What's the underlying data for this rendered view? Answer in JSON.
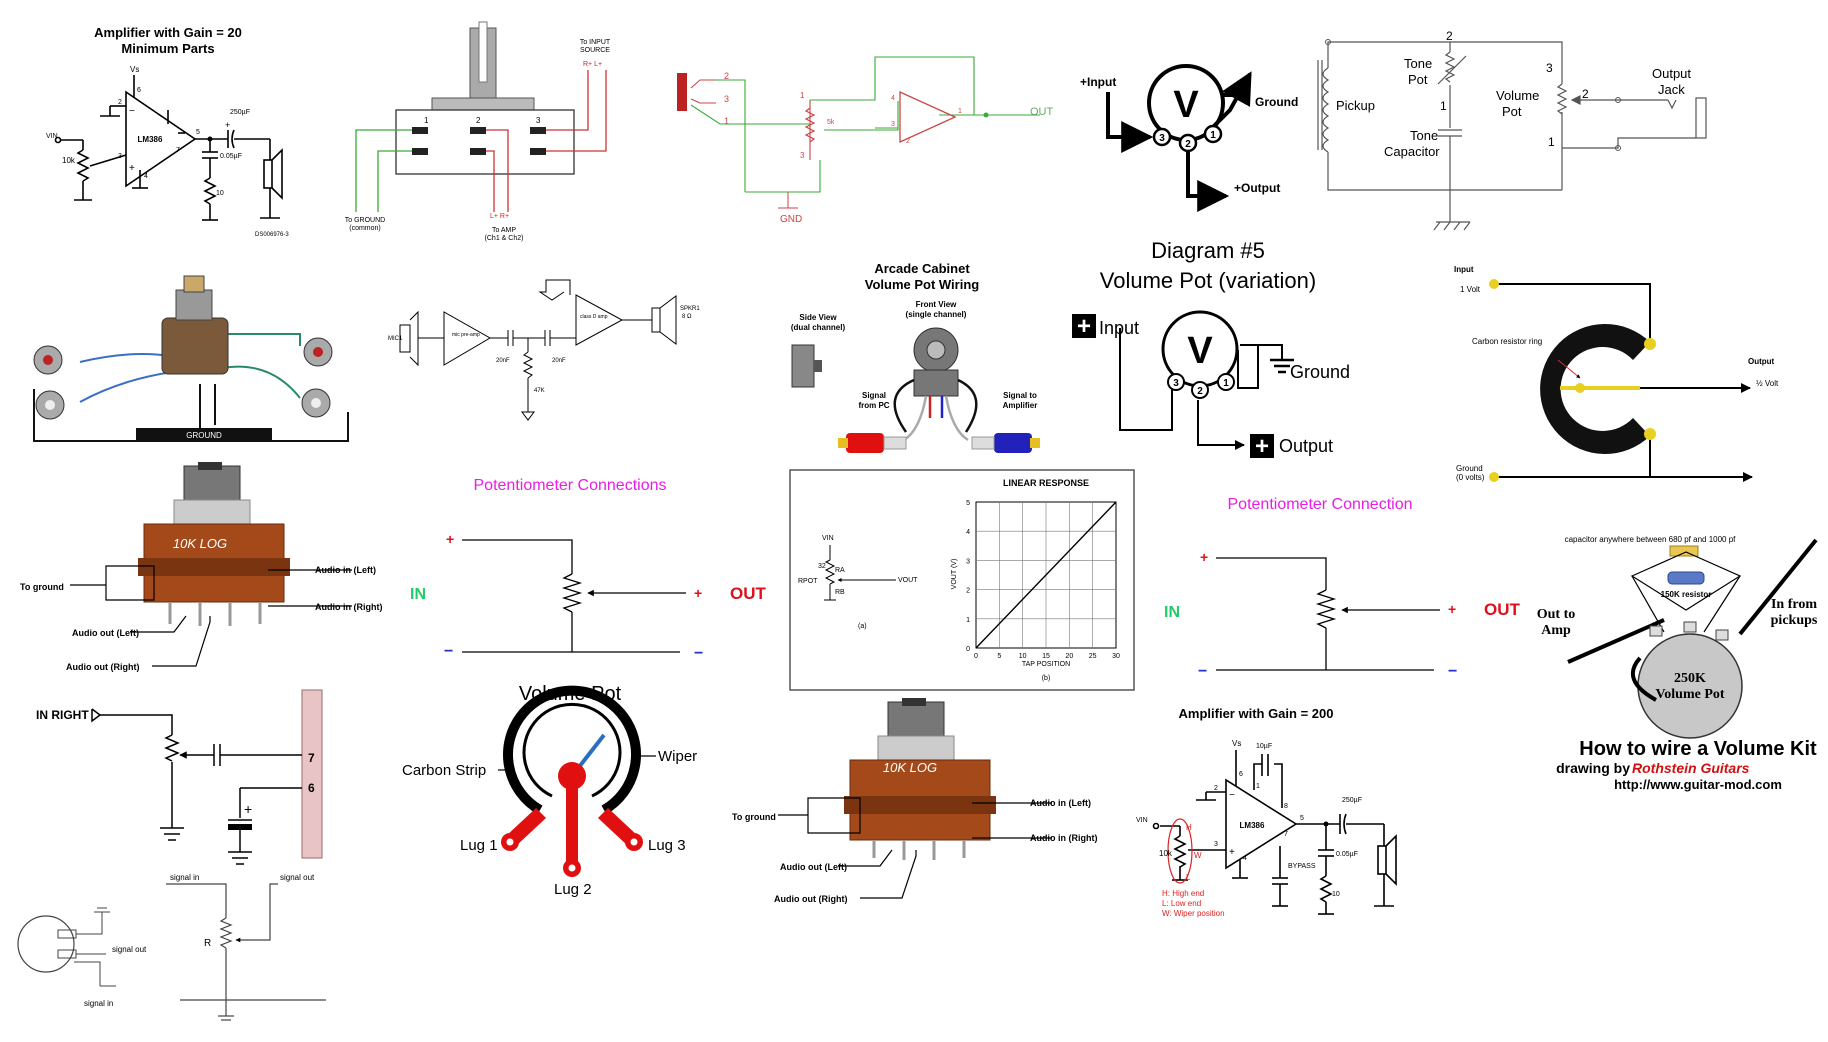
{
  "panels": {
    "amp20": {
      "title1": "Amplifier with Gain = 20",
      "title2": "Minimum Parts",
      "vs": "Vs",
      "vin": "VIN",
      "pot": "10k",
      "chip": "LM386",
      "cap1": "250µF",
      "cap2": "0.05µF",
      "res": "10",
      "code": "DS006976-3",
      "pins": [
        "6",
        "2",
        "3",
        "4",
        "5",
        "7",
        "+",
        "−"
      ]
    },
    "switch": {
      "to_input1": "To INPUT",
      "to_input2": "SOURCE",
      "rl_top": "R+   L+",
      "lugs": [
        "1",
        "2",
        "3"
      ],
      "ground1": "To GROUND",
      "ground2": "(common)",
      "amp_lr": "L+   R+",
      "amp1": "To AMP",
      "amp2": "(Ch1 & Ch2)"
    },
    "jackopamp": {
      "pins": [
        "2",
        "3",
        "1"
      ],
      "pot_pins": [
        "1",
        "2",
        "3"
      ],
      "pot_val": "5k",
      "op_pins": [
        "4",
        "3",
        "1",
        "2"
      ],
      "out": "OUT",
      "gnd": "GND"
    },
    "vpot_top": {
      "input": "+Input",
      "ground": "Ground",
      "output": "+Output",
      "v": "V",
      "lugs": [
        "3",
        "2",
        "1"
      ]
    },
    "tonevol": {
      "pickup": "Pickup",
      "tone_pot1": "Tone",
      "tone_pot2": "Pot",
      "tone_cap1": "Tone",
      "tone_cap2": "Capacitor",
      "vol_pot1": "Volume",
      "vol_pot2": "Pot",
      "out1": "Output",
      "out2": "Jack",
      "nums": [
        "2",
        "1",
        "3",
        "2",
        "1"
      ]
    },
    "rca": {
      "ground": "GROUND"
    },
    "preamp": {
      "mic": "MIC1",
      "pre": "mic\npre-amp",
      "class_d": "class D\namp",
      "spkr1": "SPKR1",
      "spkr2": "8 Ω",
      "c1": "20nF",
      "c2": "20nF",
      "r": "47K"
    },
    "arcade": {
      "title1": "Arcade Cabinet",
      "title2": "Volume Pot Wiring",
      "side1": "Side View",
      "side2": "(dual channel)",
      "front1": "Front View",
      "front2": "(single channel)",
      "sig_pc1": "Signal",
      "sig_pc2": "from PC",
      "sig_amp1": "Signal to",
      "sig_amp2": "Amplifier"
    },
    "diag5": {
      "title1": "Diagram #5",
      "title2": "Volume Pot (variation)",
      "input": "Input",
      "ground": "Ground",
      "output": "Output",
      "v": "V",
      "lugs": [
        "3",
        "2",
        "1"
      ],
      "plus": "+"
    },
    "carbon": {
      "input": "Input",
      "volt1": "1 Volt",
      "ring": "Carbon resistor ring",
      "output": "Output",
      "half": "½ Volt",
      "ground1": "Ground",
      "ground2": "(0 volts)"
    },
    "log10k_left": {
      "label": "10K LOG",
      "to_ground": "To ground",
      "in_left": "Audio in (Left)",
      "in_right": "Audio in (Right)",
      "out_left": "Audio out (Left)",
      "out_right": "Audio out (Right)"
    },
    "potconn_left": {
      "title": "Potentiometer Connections",
      "plus1": "+",
      "plus2": "+",
      "minus1": "−",
      "minus2": "−",
      "in": "IN",
      "out": "OUT"
    },
    "linear": {
      "title": "LINEAR RESPONSE",
      "vin": "VIN",
      "ra": "RA",
      "rb": "RB",
      "rpot": "RPOT",
      "vout": "VOUT",
      "n32": "32",
      "sub_a": "(a)",
      "sub_b": "(b)",
      "ylabel": "VOUT (V)",
      "xlabel": "TAP POSITION",
      "yticks": [
        "0",
        "1",
        "2",
        "3",
        "4",
        "5"
      ],
      "xticks": [
        "0",
        "5",
        "10",
        "15",
        "20",
        "25",
        "30"
      ]
    },
    "potconn_right": {
      "title": "Potentiometer Connection",
      "plus1": "+",
      "plus2": "+",
      "minus1": "−",
      "minus2": "−",
      "in": "IN",
      "out": "OUT"
    },
    "volkit": {
      "cap_note": "capacitor anywhere between 680 pf and 1000 pf",
      "resistor": "150K resistor",
      "out_amp1": "Out to",
      "out_amp2": "Amp",
      "in_pick1": "In from",
      "in_pick2": "pickups",
      "pot1": "250K",
      "pot2": "Volume Pot",
      "title": "How to wire a Volume Kit",
      "by": "drawing by ",
      "brand": "Rothstein Guitars",
      "url": "http://www.guitar-mod.com"
    },
    "inright": {
      "label": "IN RIGHT",
      "pins": [
        "7",
        "6"
      ],
      "plus": "+"
    },
    "volpot": {
      "title": "Volume Pot",
      "carbon": "Carbon Strip",
      "wiper": "Wiper",
      "lug1": "Lug 1",
      "lug2": "Lug 2",
      "lug3": "Lug 3"
    },
    "log10k_mid": {
      "label": "10K LOG",
      "to_ground": "To ground",
      "in_left": "Audio in (Left)",
      "in_right": "Audio in (Right)",
      "out_left": "Audio out (Left)",
      "out_right": "Audio out (Right)"
    },
    "amp200": {
      "title": "Amplifier with Gain = 200",
      "vs": "Vs",
      "vin": "VIN",
      "pot": "10k",
      "chip": "LM386",
      "cap_top": "10µF",
      "cap_out": "250µF",
      "cap2": "0.05µF",
      "res": "10",
      "bypass": "BYPASS",
      "h": "H",
      "w": "W",
      "l": "L",
      "note1": "H: High end",
      "note2": "L: Low end",
      "note3": "W: Wiper position",
      "pins": [
        "2",
        "6",
        "1",
        "8",
        "3",
        "4",
        "7",
        "5",
        "+",
        "−"
      ]
    },
    "jackbottom": {
      "sig_in": "signal in",
      "sig_out": "signal out",
      "r": "R",
      "sig_out2": "signal out",
      "sig_in2": "signal in"
    }
  },
  "colors": {
    "magenta": "#e91ee6",
    "green": "#22cc66",
    "red": "#e0101a",
    "blue": "#2233cc",
    "teal": "#2a9d8f",
    "gnd_green": "#5aa05a",
    "pot_brown": "#a44a1a",
    "pot_brown_dark": "#7a3510",
    "rose": "#e9c4c6"
  }
}
